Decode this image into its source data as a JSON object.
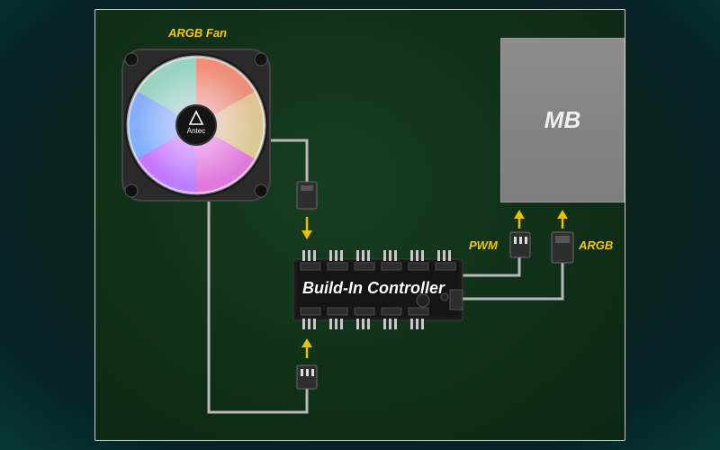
{
  "labels": {
    "fan": "ARGB Fan",
    "motherboard": "MB",
    "pwm": "PWM",
    "argb": "ARGB",
    "controller": "Build-In Controller",
    "fan_logo": "Antec"
  },
  "colors": {
    "label": "#f5c800",
    "arrow": "#e8c000",
    "cable": "#b9b9b9",
    "board": "#1a1a1a"
  }
}
